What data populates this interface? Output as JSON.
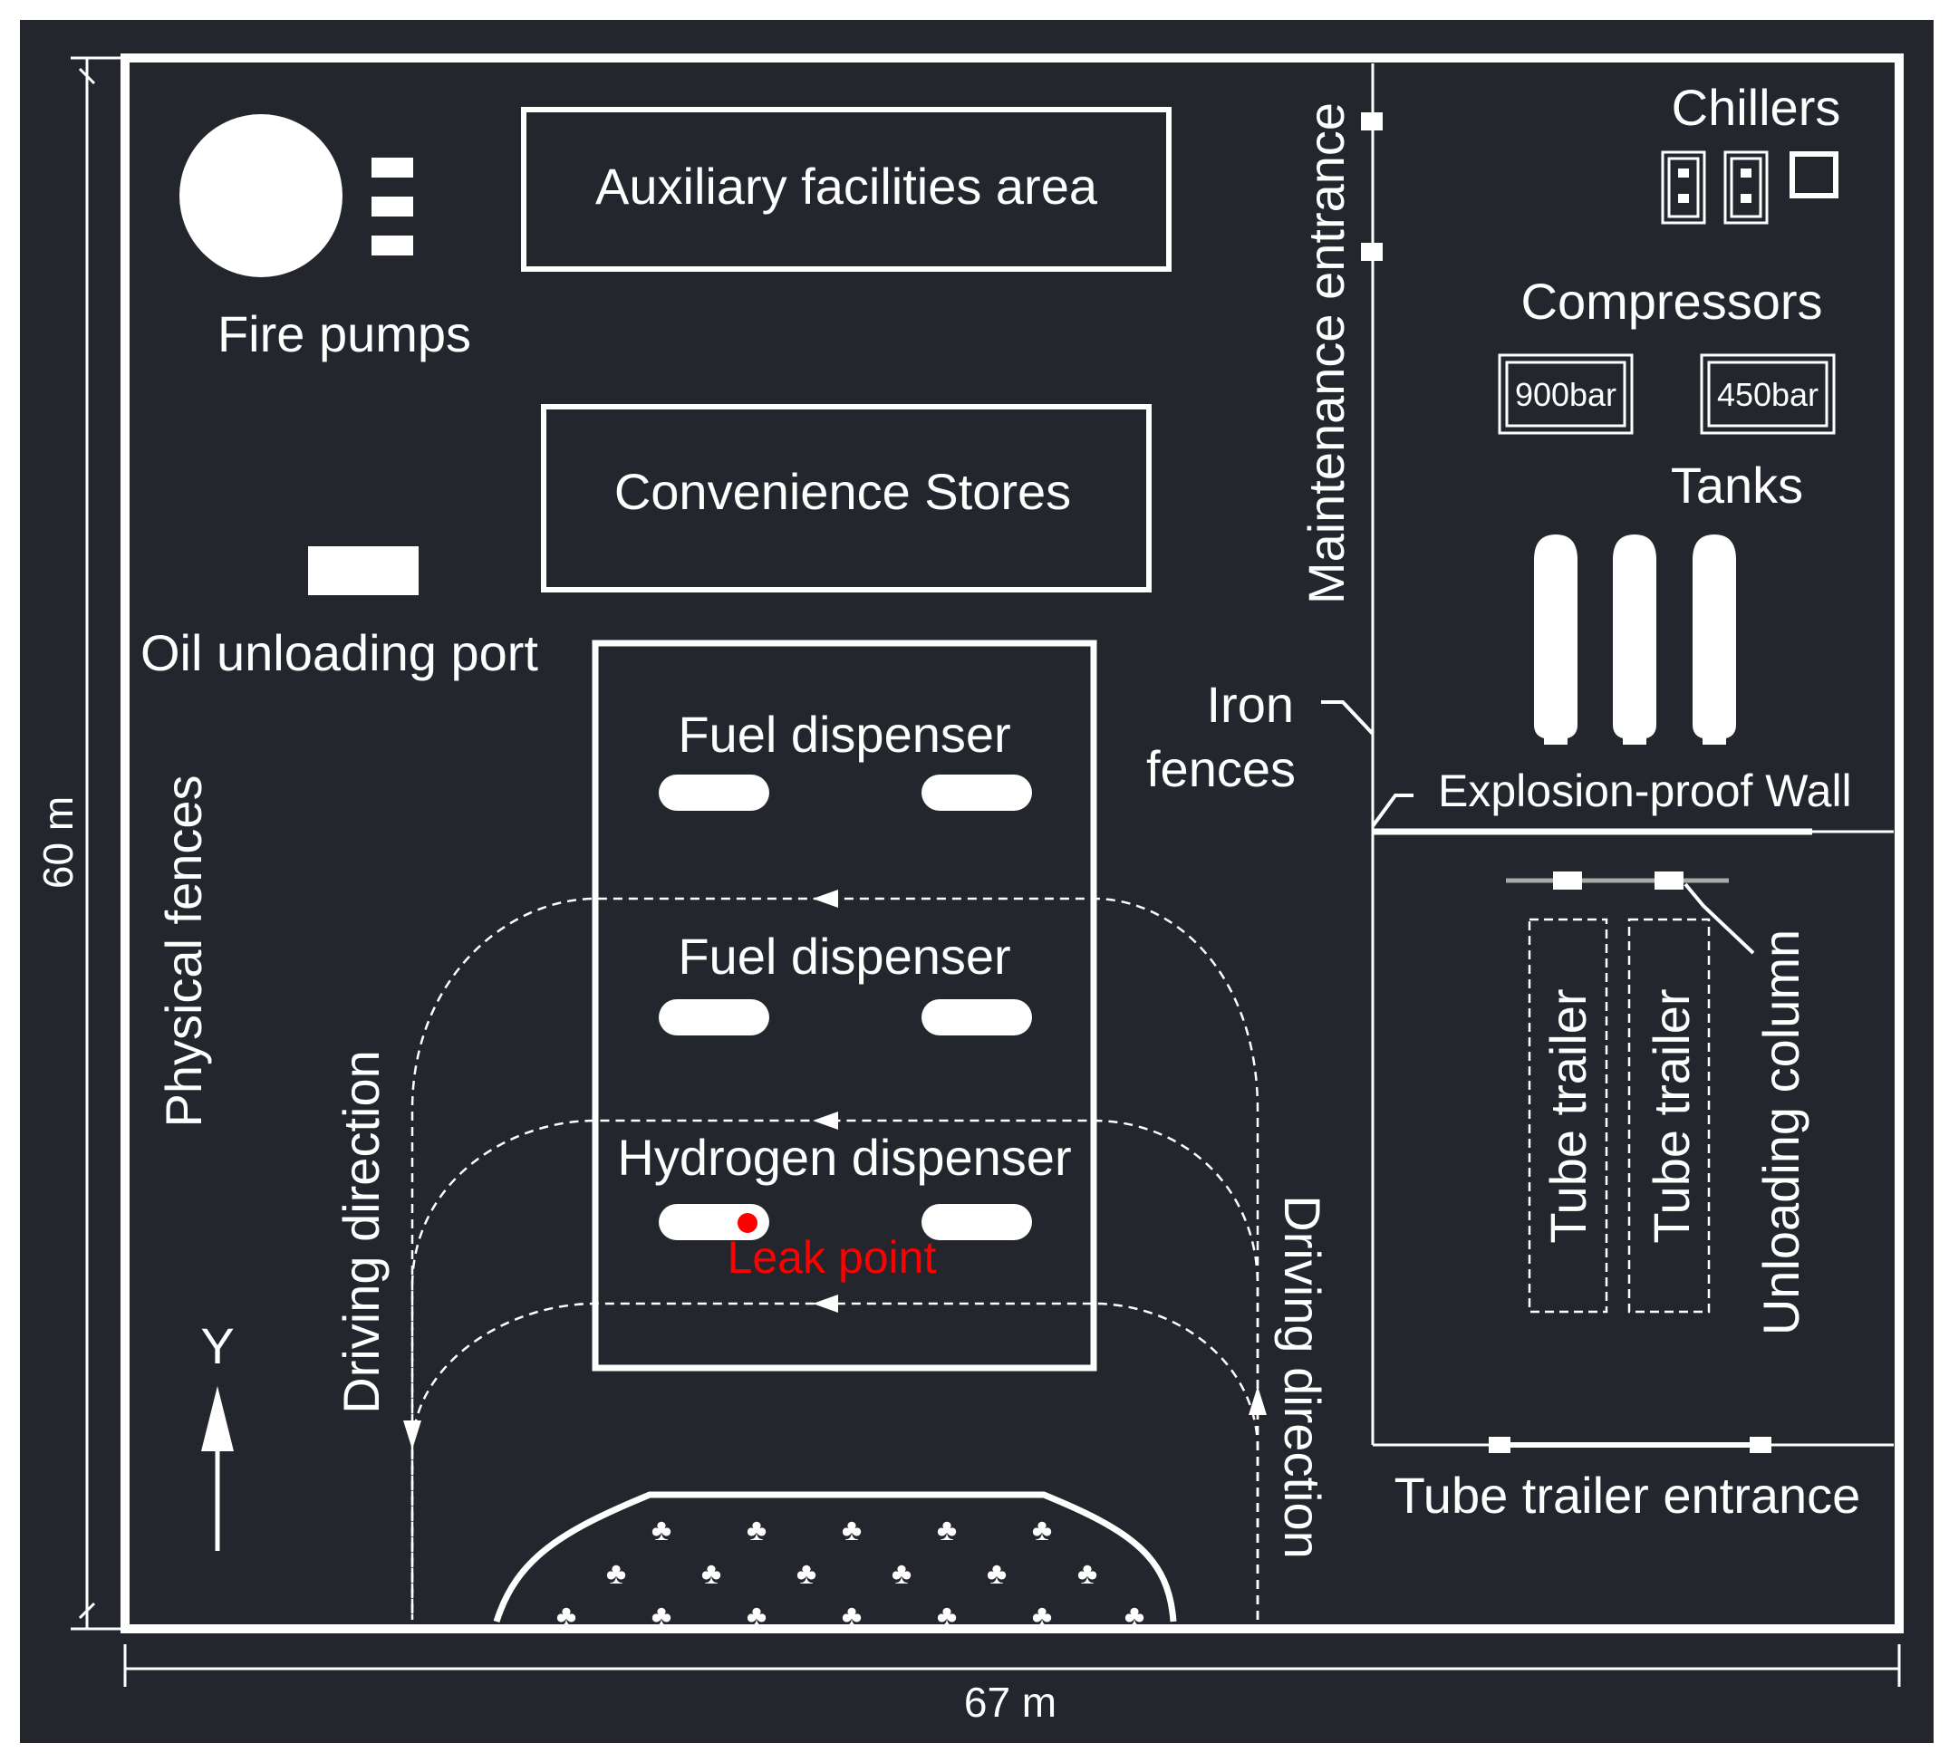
{
  "labels": {
    "fire_pumps": "Fire pumps",
    "auxiliary": "Auxiliary facilities area",
    "convenience": "Convenience Stores",
    "oil_port": "Oil unloading port",
    "fuel_dispenser_1": "Fuel dispenser",
    "fuel_dispenser_2": "Fuel dispenser",
    "hydrogen_dispenser": "Hydrogen dispenser",
    "leak_point": "Leak point",
    "physical_fences": "Physical fences",
    "driving_left": "Driving direction",
    "driving_right": "Driving direction",
    "y_axis": "Y",
    "maintenance_entrance": "Maintenance entrance",
    "iron_fences_1": "Iron",
    "iron_fences_2": "fences",
    "chillers": "Chillers",
    "compressors": "Compressors",
    "comp_900": "900bar",
    "comp_450": "450bar",
    "tanks": "Tanks",
    "explosion_wall": "Explosion-proof Wall",
    "tube_trailer_1": "Tube trailer",
    "tube_trailer_2": "Tube trailer",
    "unloading_column": "Unloading column",
    "tube_trailer_entrance": "Tube trailer entrance"
  },
  "dimensions": {
    "height": "60 m",
    "width": "67 m"
  },
  "colors": {
    "background": "#23262d",
    "line": "#ffffff",
    "leak": "#ff0000"
  }
}
